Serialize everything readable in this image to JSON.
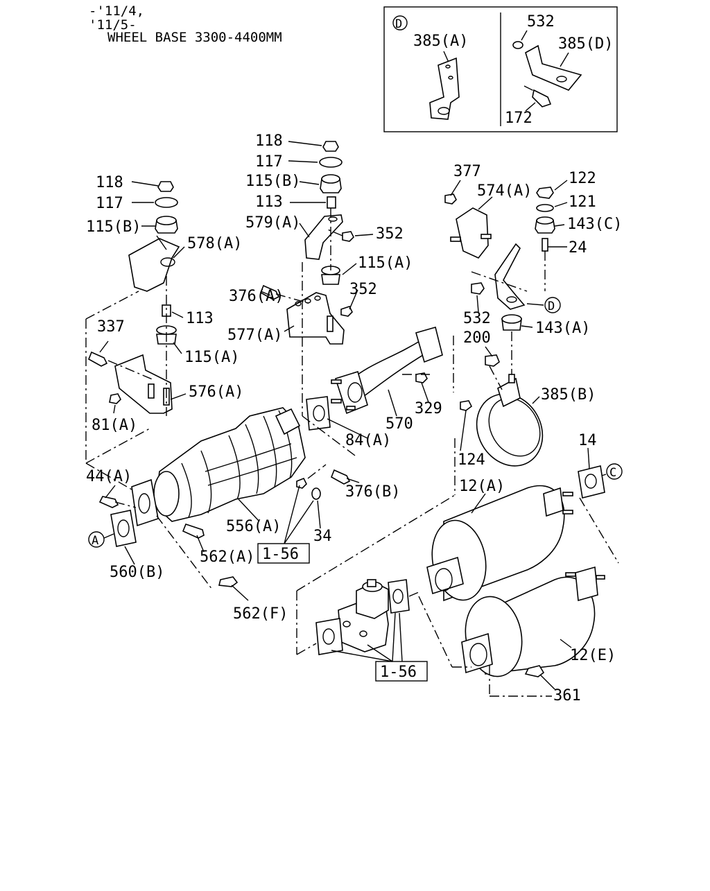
{
  "header": {
    "line1": "-'11/4,",
    "line2": "'11/5-",
    "line3": "WHEEL BASE 3300-4400MM"
  },
  "inset": {
    "marker": "D",
    "labels": [
      "385(A)",
      "532",
      "385(D)",
      "172"
    ]
  },
  "markers": [
    "A",
    "C",
    "D"
  ],
  "refs": [
    "1-56",
    "1-56"
  ],
  "labels": [
    "118",
    "117",
    "115(B)",
    "578(A)",
    "113",
    "115(A)",
    "337",
    "576(A)",
    "81(A)",
    "118",
    "117",
    "115(B)",
    "113",
    "579(A)",
    "352",
    "115(A)",
    "376(A)",
    "352",
    "577(A)",
    "377",
    "574(A)",
    "122",
    "121",
    "143(C)",
    "24",
    "532",
    "143(A)",
    "200",
    "385(B)",
    "329",
    "124",
    "570",
    "84(A)",
    "376(B)",
    "556(A)",
    "34",
    "44(A)",
    "560(B)",
    "562(A)",
    "562(F)",
    "14",
    "12(A)",
    "12(E)",
    "361"
  ]
}
